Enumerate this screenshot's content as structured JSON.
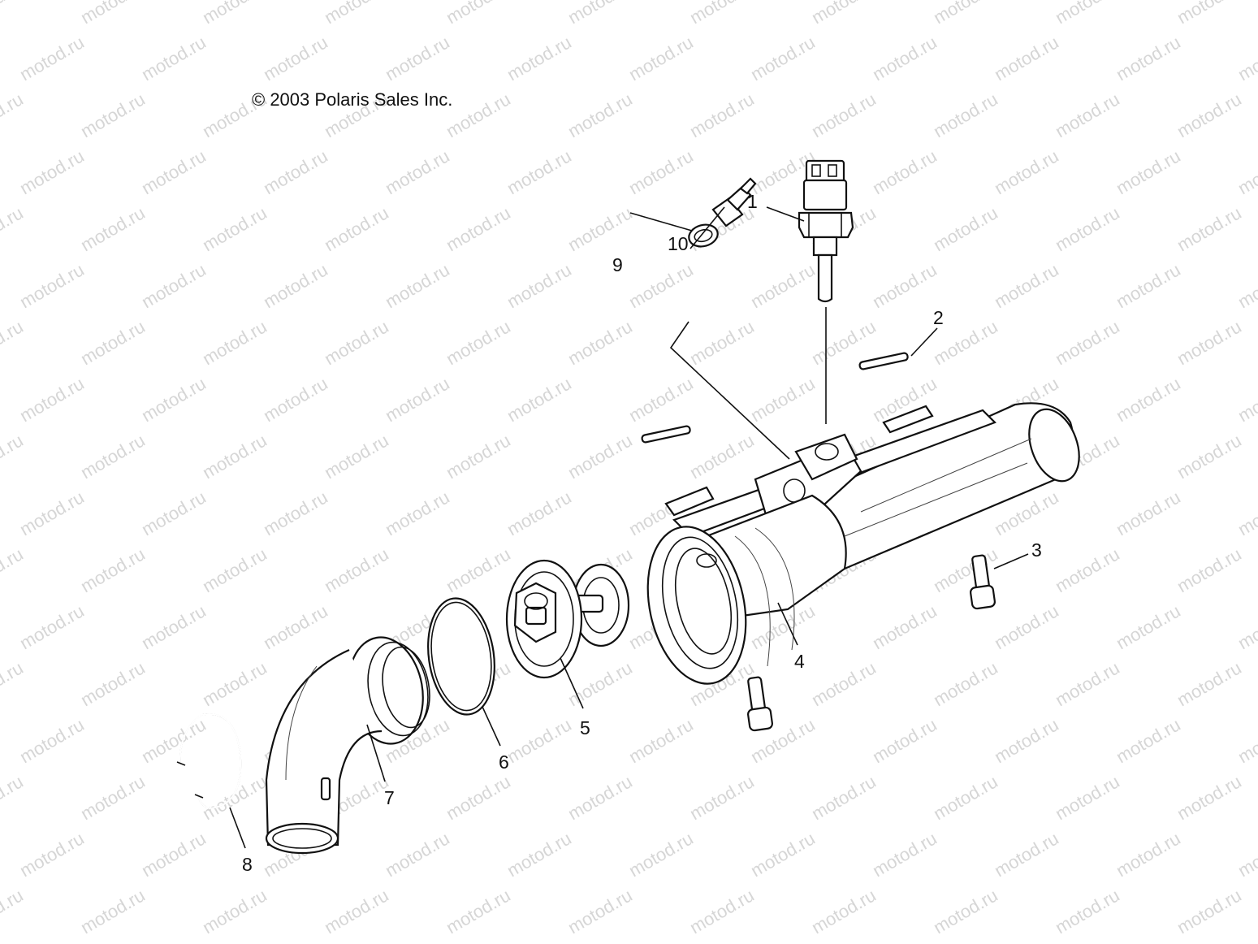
{
  "watermark": "motod.ru",
  "copyright": "© 2003 Polaris Sales Inc.",
  "callouts": [
    "1",
    "2",
    "3",
    "4",
    "5",
    "6",
    "7",
    "8",
    "9",
    "10"
  ],
  "colors": {
    "ink": "#111111",
    "watermark": "#d6d6d6",
    "background": "#ffffff"
  }
}
